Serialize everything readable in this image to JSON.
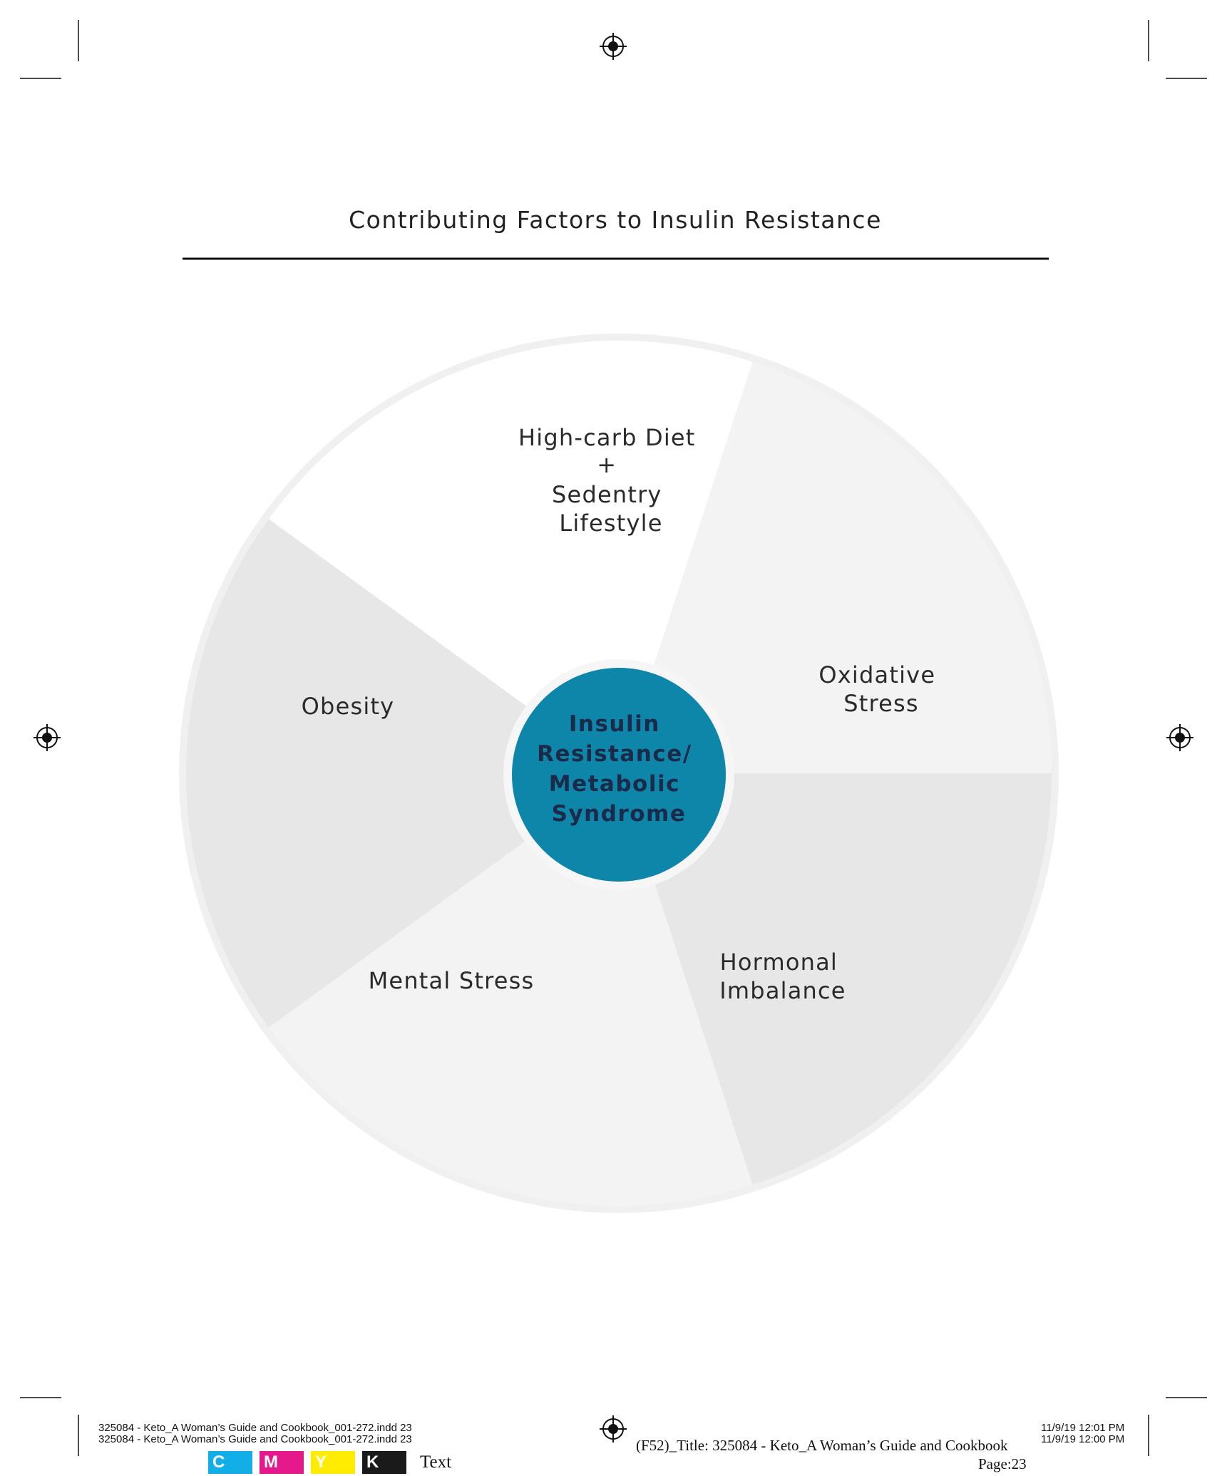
{
  "title": "Contributing Factors to Insulin Resistance",
  "center": {
    "lines": [
      "Insulin",
      "Resistance/",
      "Metabolic",
      "Syndrome"
    ],
    "color": "#0e86aa"
  },
  "segments": [
    {
      "lines": [
        "High-carb Diet",
        "+",
        "Sedentry",
        "Lifestyle"
      ],
      "color": "#e7e7e7"
    },
    {
      "lines": [
        "Oxidative",
        "Stress"
      ],
      "color": "#ffffff"
    },
    {
      "lines": [
        "Hormonal",
        "Imbalance"
      ],
      "color": "#f3f3f3"
    },
    {
      "lines": [
        "Mental Stress"
      ],
      "color": "#e7e7e7"
    },
    {
      "lines": [
        "Obesity"
      ],
      "color": "#f3f3f3"
    }
  ],
  "ring_color": "#f0f0f0",
  "slug": {
    "file_lines": [
      "325084 - Keto_A Woman’s Guide and Cookbook_001-272.indd   23",
      "325084 - Keto_A Woman’s Guide and Cookbook_001-272.indd   23"
    ],
    "job_title": "(F52)_Title: 325084 - Keto_A Woman’s Guide and Cookbook",
    "page_label": "Page:23",
    "timestamps": [
      "11/9/19   12:01 PM",
      "11/9/19   12:00 PM"
    ],
    "color_bar": [
      {
        "label": "C",
        "color": "#12aee8"
      },
      {
        "label": "M",
        "color": "#e6198c"
      },
      {
        "label": "Y",
        "color": "#ffec00"
      },
      {
        "label": "K",
        "color": "#1a1a1a"
      }
    ],
    "plate_label": "Text"
  }
}
